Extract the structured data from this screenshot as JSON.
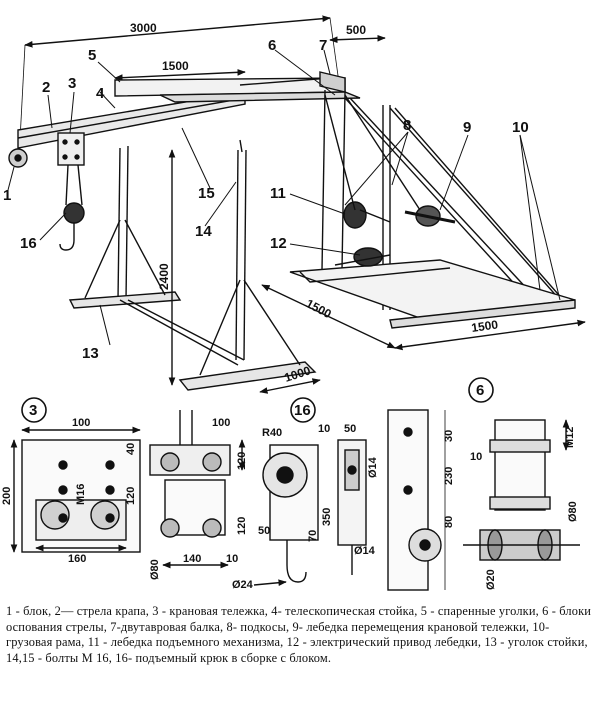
{
  "main_drawing": {
    "part_numbers": [
      "1",
      "2",
      "3",
      "4",
      "5",
      "6",
      "7",
      "8",
      "9",
      "10",
      "11",
      "12",
      "13",
      "14",
      "15",
      "16"
    ],
    "dimensions": {
      "overall_length": "3000",
      "boom_span": "1500",
      "top_offset": "500",
      "height": "2400",
      "base_side": "1500",
      "base_front": "1500",
      "stand_width": "1000"
    }
  },
  "details": {
    "detail_3": {
      "label": "3",
      "dims": [
        "100",
        "40",
        "200",
        "M16",
        "120",
        "120",
        "160",
        "120",
        "140",
        "10",
        "Ø80",
        "100"
      ]
    },
    "detail_16": {
      "label": "16",
      "dims": [
        "R40",
        "10",
        "50",
        "Ø14",
        "70",
        "350",
        "50",
        "Ø14",
        "Ø24"
      ]
    },
    "detail_6": {
      "label": "6",
      "dims": [
        "30",
        "M12",
        "10",
        "230",
        "80",
        "Ø20",
        "Ø80"
      ]
    }
  },
  "legend": {
    "text": "1 - блок, 2— стрела крапа, 3 - крановая тележка, 4- телескопическая стойка, 5 - спаренные уголки, 6 - блоки оспования стрелы, 7-двутавровая балка, 8- подкосы, 9- лебедка перемещения крановой тележки, 10- грузовая рама, 11 - лебедка подъемного механизма, 12 - электрический привод лебедки, 13 - уголок стойки, 14,15 - болты М 16, 16- подъемный крюк в сборке с блоком."
  }
}
